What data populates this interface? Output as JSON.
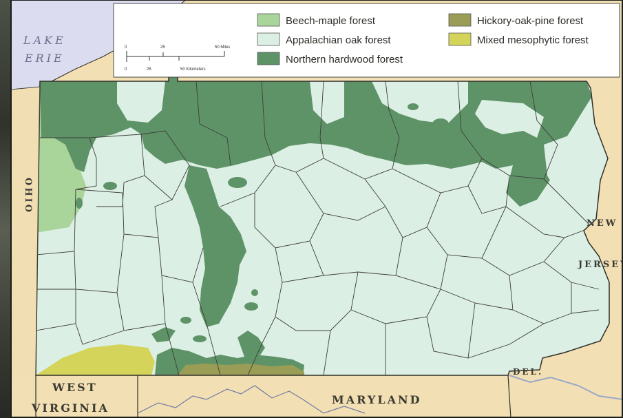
{
  "map": {
    "labels": {
      "lake_line1": "LAKE",
      "lake_line2": "ERIE",
      "ohio": "OHIO",
      "new": "NEW",
      "jersey": "JERSEY",
      "west": "WEST",
      "virginia": "VIRGINIA",
      "maryland": "MARYLAND",
      "del": "DEL."
    },
    "scale_bar": {
      "miles_ticks": [
        "0",
        "25",
        "50 Miles"
      ],
      "km_ticks": [
        "0",
        "25",
        "50 Kilometers"
      ]
    },
    "legend": {
      "items": [
        {
          "label": "Beech-maple forest",
          "color": "#a9d49a"
        },
        {
          "label": "Appalachian oak forest",
          "color": "#dcefe4"
        },
        {
          "label": "Northern hardwood forest",
          "color": "#5e9368"
        },
        {
          "label": "Hickory-oak-pine forest",
          "color": "#9a9d55"
        },
        {
          "label": "Mixed mesophytic forest",
          "color": "#d4d45a"
        }
      ]
    },
    "colors": {
      "land": "#f2dfb3",
      "water": "#dcdcf0",
      "border": "#2f2f2a",
      "county_line": "#3d3d38"
    }
  }
}
